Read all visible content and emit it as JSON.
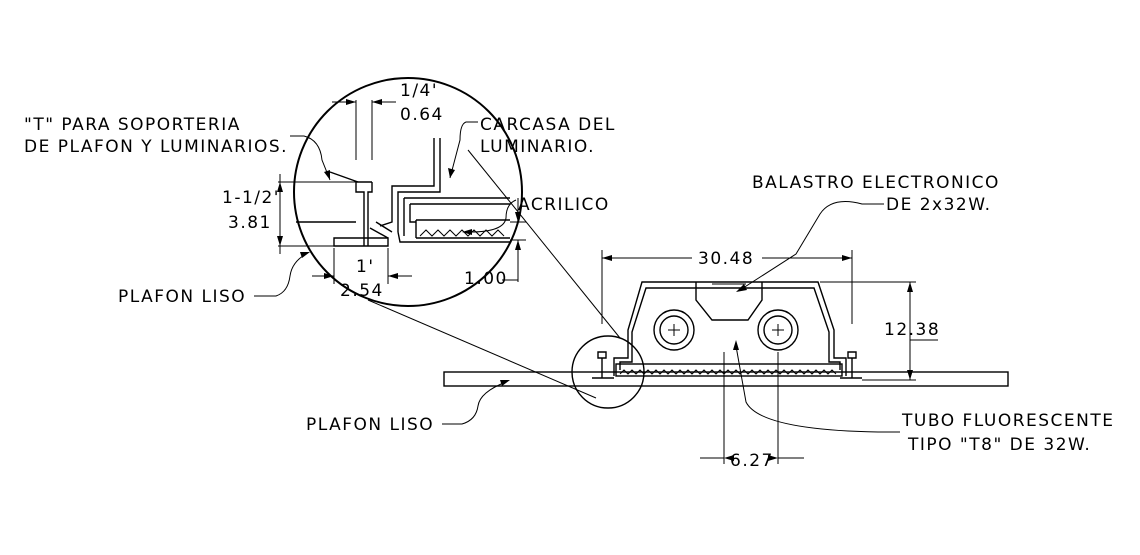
{
  "labels": {
    "t_support_1": "\"T\" PARA SOPORTERIA",
    "t_support_2": "DE PLAFON Y LUMINARIOS.",
    "carcasa_1": "CARCASA DEL",
    "carcasa_2": "LUMINARIO.",
    "acrilico": "ACRILICO",
    "plafon_liso_detail": "PLAFON LISO",
    "plafon_liso_main": "PLAFON LISO",
    "balastro_1": "BALASTRO ELECTRONICO",
    "balastro_2": "DE 2x32W.",
    "tubo_1": "TUBO FLUORESCENTE",
    "tubo_2": "TIPO \"T8\" DE 32W."
  },
  "dimensions": {
    "top_in": "1/4'",
    "top_cm": "0.64",
    "left_in": "1-1/2'",
    "left_cm": "3.81",
    "bottom_in": "1'",
    "bottom_cm": "2.54",
    "acrylic_gap": "1.00",
    "housing_width": "30.48",
    "housing_height": "12.38",
    "tube_spacing": "6.27"
  }
}
